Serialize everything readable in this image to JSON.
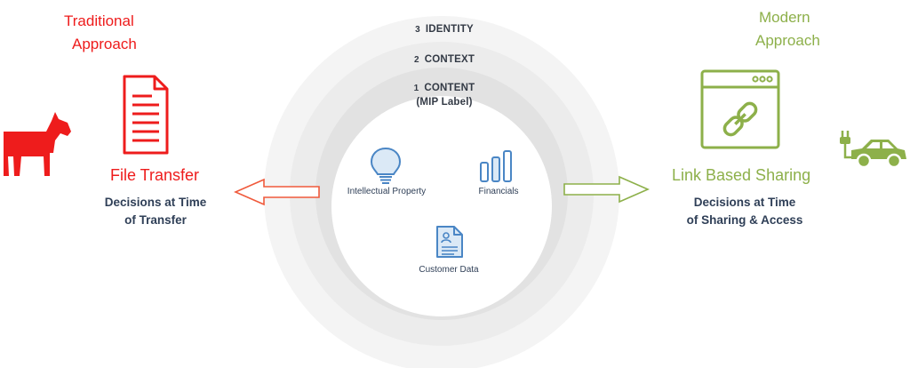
{
  "left": {
    "heading_line1": "Traditional",
    "heading_line2": "Approach",
    "title": "File Transfer",
    "desc_line1": "Decisions at Time",
    "desc_line2": "of Transfer"
  },
  "right": {
    "heading_line1": "Modern",
    "heading_line2": "Approach",
    "title": "Link Based Sharing",
    "desc_line1": "Decisions at Time",
    "desc_line2": "of Sharing & Access"
  },
  "layers": {
    "identity": {
      "num": "3",
      "label": "IDENTITY"
    },
    "context": {
      "num": "2",
      "label": "CONTEXT"
    },
    "content": {
      "num": "1",
      "label": "CONTENT",
      "sub": "(MIP Label)"
    }
  },
  "categories": {
    "ip": "Intellectual Property",
    "financials": "Financials",
    "customer": "Customer Data"
  },
  "icons": {
    "horse": "horse-icon",
    "document": "document-icon",
    "browser_link": "browser-link-icon",
    "car": "electric-car-icon",
    "lightbulb": "lightbulb-icon",
    "bar_chart": "bar-chart-icon",
    "contact_card": "contact-document-icon"
  },
  "colors": {
    "traditional": "#ee1c1c",
    "modern": "#8db04a",
    "text_dark": "#2f3f57",
    "ring_outer": "#f4f4f4",
    "ring_middle": "#ececec",
    "ring_inner": "#e2e2e2",
    "icon_blue": "#4a86c5"
  }
}
